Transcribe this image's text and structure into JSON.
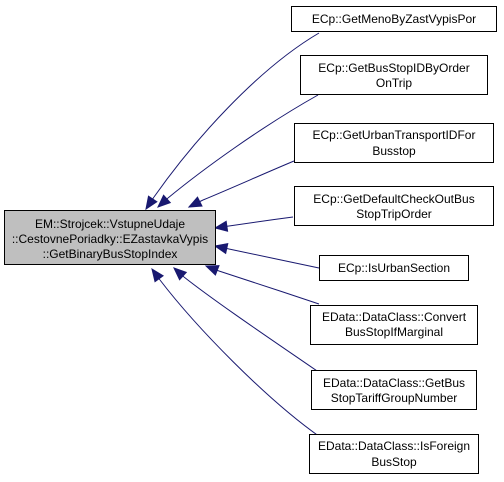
{
  "graph": {
    "colors": {
      "edge": "#191970",
      "focus_fill": "#bfbfbf",
      "node_fill": "#ffffff",
      "node_border": "#000000"
    },
    "focus_node": {
      "lines": [
        "EM::Strojcek::VstupneUdaje",
        "::CestovnePoriadky::EZastavkaVypis",
        "::GetBinaryBusStopIndex"
      ]
    },
    "callers": [
      {
        "id": "getmenobyzastvypispor",
        "lines": [
          "ECp::GetMenoByZastVypisPor"
        ]
      },
      {
        "id": "getbusstopidbyorderontrip",
        "lines": [
          "ECp::GetBusStopIDByOrder",
          "OnTrip"
        ]
      },
      {
        "id": "geturbantransportidforbusstop",
        "lines": [
          "ECp::GetUrbanTransportIDFor",
          "Busstop"
        ]
      },
      {
        "id": "getdefaultcheckoutbusstoptriporder",
        "lines": [
          "ECp::GetDefaultCheckOutBus",
          "StopTripOrder"
        ]
      },
      {
        "id": "isurbansection",
        "lines": [
          "ECp::IsUrbanSection"
        ]
      },
      {
        "id": "convertbusstopifmarginal",
        "lines": [
          "EData::DataClass::Convert",
          "BusStopIfMarginal"
        ]
      },
      {
        "id": "getbusstoptariffgroupnumber",
        "lines": [
          "EData::DataClass::GetBus",
          "StopTariffGroupNumber"
        ]
      },
      {
        "id": "isforeignbusstop",
        "lines": [
          "EData::DataClass::IsForeign",
          "BusStop"
        ]
      }
    ]
  }
}
